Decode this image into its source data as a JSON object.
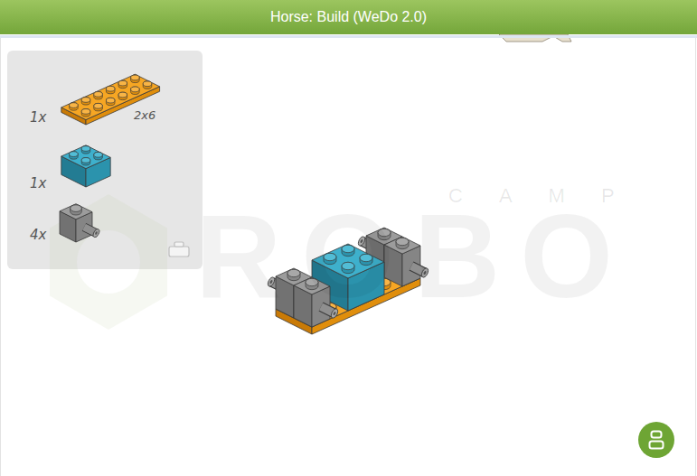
{
  "diagram": {
    "title": "Horse: Build (WeDo 2.0)",
    "labels": [
      "1x",
      "2x6",
      "1x",
      "4x",
      "ROBO",
      "CAMP"
    ]
  }
}
